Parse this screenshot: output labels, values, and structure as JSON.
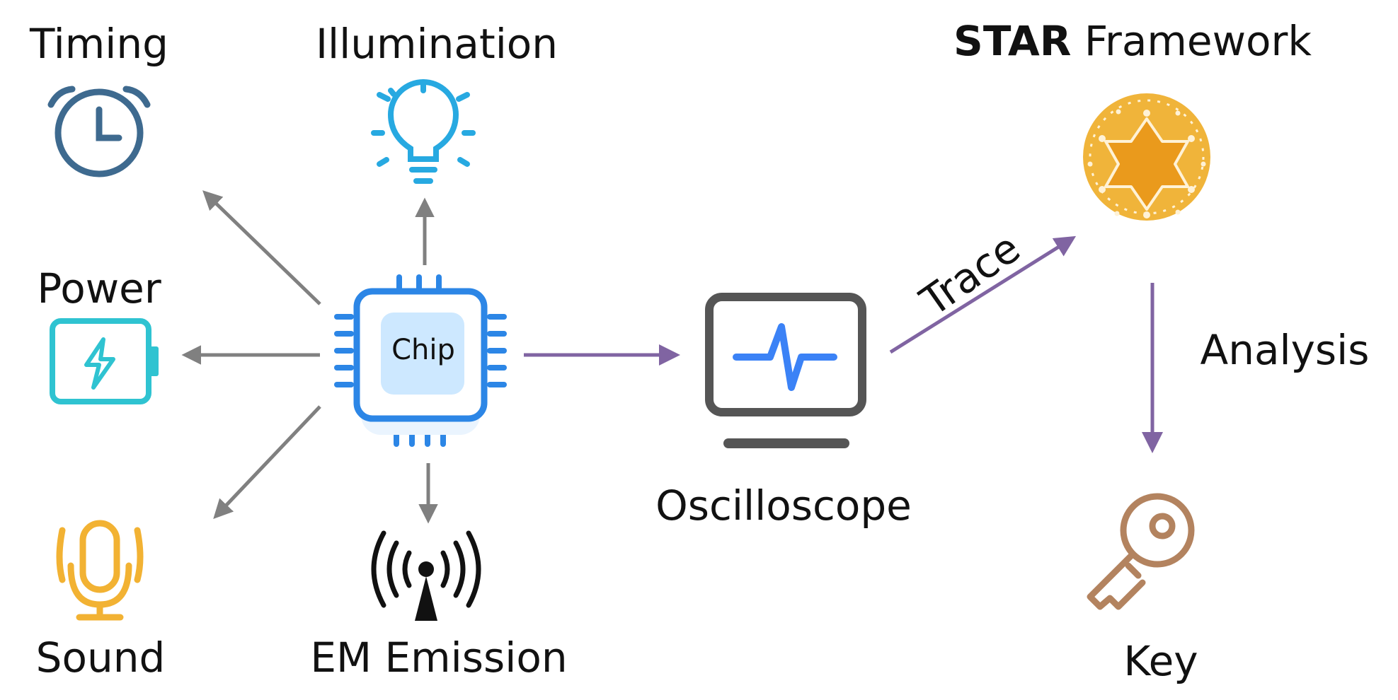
{
  "labels": {
    "timing": "Timing",
    "illumination": "Illumination",
    "power": "Power",
    "sound": "Sound",
    "em_emission": "EM Emission",
    "chip": "Chip",
    "oscilloscope": "Oscilloscope",
    "trace": "Trace",
    "framework_bold": "STAR",
    "framework_rest": " Framework",
    "analysis": "Analysis",
    "key": "Key"
  },
  "icons": {
    "timing": "alarm-clock-icon",
    "illumination": "light-bulb-icon",
    "power": "battery-charging-icon",
    "sound": "microphone-icon",
    "em_emission": "antenna-broadcast-icon",
    "chip": "cpu-chip-icon",
    "oscilloscope": "monitor-waveform-icon",
    "framework": "star-network-badge-icon",
    "key": "key-icon"
  },
  "colors": {
    "clock": "#3E6A8F",
    "bulb": "#27A9E1",
    "battery": "#2FC3D1",
    "mic": "#F2B233",
    "chip": "#2C86E6",
    "chip_fill": "#CDE8FF",
    "monitor": "#555555",
    "wave": "#3B82F6",
    "badge": "#F0B43A",
    "star": "#EA9A1C",
    "key": "#B3835F",
    "arrow_gray": "#808080",
    "arrow_purple": "#8064A2"
  }
}
